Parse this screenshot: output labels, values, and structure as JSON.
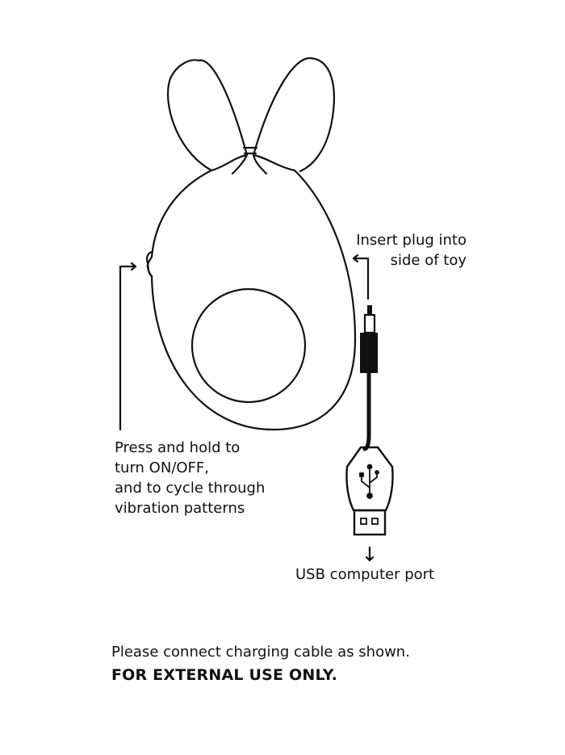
{
  "labels": {
    "plug_line1": "Insert plug into",
    "plug_line2": "side of toy",
    "button_line1": "Press and hold to",
    "button_line2": "turn ON/OFF,",
    "button_line3": "and to cycle through",
    "button_line4": "vibration patterns",
    "usb": "USB computer port"
  },
  "note": {
    "instruction": "Please connect charging cable as shown.",
    "warning": "FOR EXTERNAL USE ONLY."
  },
  "colors": {
    "stroke": "#111111",
    "background": "#ffffff"
  }
}
